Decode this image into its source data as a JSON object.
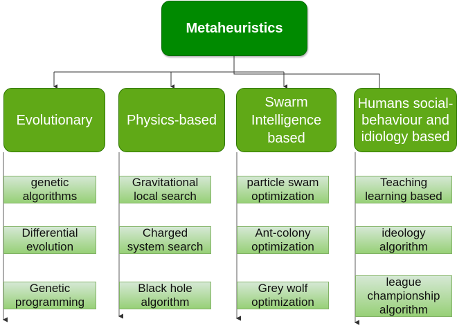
{
  "root": {
    "label": "Metaheuristics"
  },
  "colors": {
    "root": "#008a00",
    "category": "#60a917",
    "leaf_top": "#d5e8d4",
    "leaf_bottom": "#97d077"
  },
  "categories": [
    {
      "label": "Evolutionary",
      "items": [
        "genetic algorithms",
        "Differential evolution",
        "Genetic programming"
      ]
    },
    {
      "label": "Physics-based",
      "items": [
        "Gravitational local search",
        "Charged system search",
        "Black hole algorithm"
      ]
    },
    {
      "label": "Swarm Intelligence based",
      "items": [
        "particle swam optimization",
        "Ant-colony optimization",
        "Grey wolf optimization"
      ]
    },
    {
      "label": "Humans social-behaviour and idiology based",
      "items": [
        "Teaching learning based",
        "ideology algorithm",
        "league championship algorithm"
      ]
    }
  ]
}
